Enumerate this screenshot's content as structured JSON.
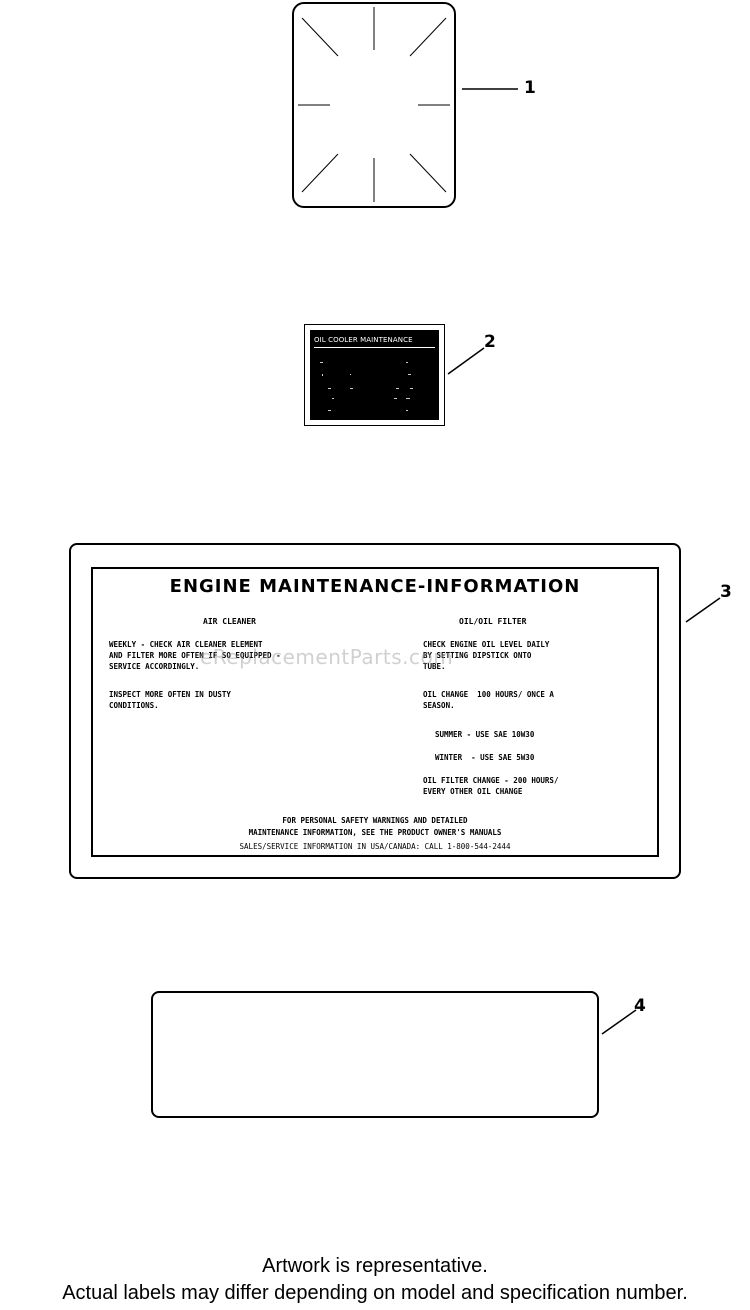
{
  "callouts": {
    "part1": "1",
    "part2": "2",
    "part3": "3",
    "part4": "4"
  },
  "label2": {
    "title": "OIL COOLER MAINTENANCE"
  },
  "label3": {
    "title": "ENGINE MAINTENANCE-INFORMATION",
    "left_heading": "AIR CLEANER",
    "right_heading": "OIL/OIL FILTER",
    "left_paragraph_1": "WEEKLY - CHECK AIR CLEANER ELEMENT\nAND FILTER MORE OFTEN IF SO EQUIPPED -\nSERVICE ACCORDINGLY.",
    "left_paragraph_2": "INSPECT MORE OFTEN IN DUSTY\nCONDITIONS.",
    "right_paragraph_1": "CHECK ENGINE OIL LEVEL DAILY\nBY SETTING DIPSTICK ONTO\nTUBE.",
    "right_paragraph_2": "OIL CHANGE  100 HOURS/ ONCE A\nSEASON.",
    "right_summer": "SUMMER - USE SAE 10W30",
    "right_winter": "WINTER  - USE SAE 5W30",
    "right_paragraph_3": "OIL FILTER CHANGE - 200 HOURS/\nEVERY OTHER OIL CHANGE",
    "footer_line_1": "FOR PERSONAL SAFETY WARNINGS AND DETAILED",
    "footer_line_2": "MAINTENANCE INFORMATION, SEE THE PRODUCT OWNER'S MANUALS",
    "footer_line_3": "SALES/SERVICE INFORMATION IN USA/CANADA: CALL 1-800-544-2444"
  },
  "watermark": "eReplacementParts.com",
  "footnote": {
    "line_1": "Artwork is representative.",
    "line_2": "Actual labels may differ depending on model and specification number."
  }
}
